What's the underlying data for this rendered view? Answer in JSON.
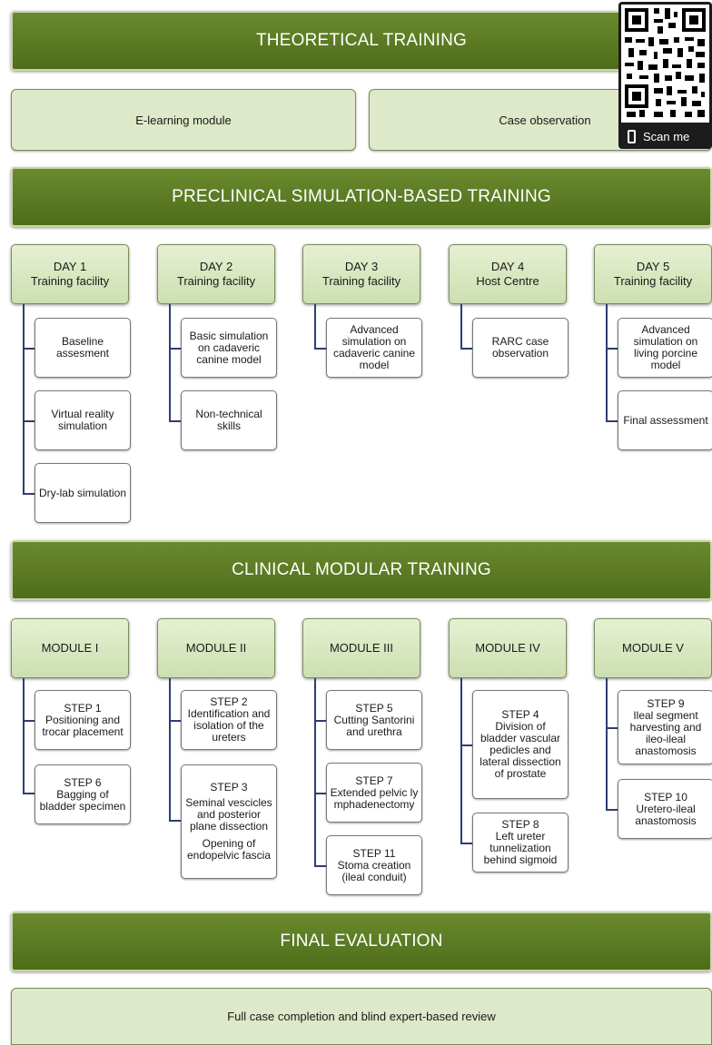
{
  "theoretical": {
    "title": "THEORETICAL TRAINING",
    "items": [
      "E-learning module",
      "Case observation"
    ]
  },
  "qr": {
    "caption": "Scan me"
  },
  "preclinical": {
    "title": "PRECLINICAL SIMULATION-BASED TRAINING",
    "days": [
      {
        "day": "DAY 1",
        "place": "Training facility",
        "items": [
          "Baseline assesment",
          "Virtual reality simulation",
          "Dry-lab simulation"
        ]
      },
      {
        "day": "DAY 2",
        "place": "Training facility",
        "items": [
          "Basic simulation on cadaveric canine model",
          "Non-technical skills"
        ]
      },
      {
        "day": "DAY 3",
        "place": "Training facility",
        "items": [
          "Advanced simulation on cadaveric canine model"
        ]
      },
      {
        "day": "DAY 4",
        "place": "Host Centre",
        "items": [
          "RARC case observation"
        ]
      },
      {
        "day": "DAY 5",
        "place": "Training facility",
        "items": [
          "Advanced simulation on living porcine model",
          "Final assessment"
        ]
      }
    ]
  },
  "clinical": {
    "title": "CLINICAL MODULAR TRAINING",
    "modules": [
      {
        "name": "MODULE I",
        "steps": [
          {
            "step": "STEP 1",
            "text": "Positioning and trocar placement"
          },
          {
            "step": "STEP 6",
            "text": "Bagging of bladder specimen"
          }
        ]
      },
      {
        "name": "MODULE II",
        "steps": [
          {
            "step": "STEP 2",
            "text": "Identification and isolation of the ureters"
          },
          {
            "step": "STEP 3",
            "text": "Seminal vescicles and posterior plane dissection",
            "extra": "Opening of endopelvic fascia"
          }
        ]
      },
      {
        "name": "MODULE III",
        "steps": [
          {
            "step": "STEP 5",
            "text": "Cutting Santorini and urethra"
          },
          {
            "step": "STEP 7",
            "text": "Extended pelvic lymphadenectomy"
          },
          {
            "step": "STEP 11",
            "text": "Stoma creation (ileal conduit)"
          }
        ]
      },
      {
        "name": "MODULE IV",
        "steps": [
          {
            "step": "STEP 4",
            "text": "Division of bladder vascular pedicles and lateral dissection of prostate"
          },
          {
            "step": "STEP 8",
            "text": "Left ureter tunnelization behind sigmoid"
          }
        ]
      },
      {
        "name": "MODULE V",
        "steps": [
          {
            "step": "STEP 9",
            "text": "Ileal segment harvesting and ileo-ileal anastomosis"
          },
          {
            "step": "STEP 10",
            "text": "Uretero-ileal anastomosis"
          }
        ]
      }
    ]
  },
  "final": {
    "title": "FINAL EVALUATION",
    "item": "Full case completion and blind expert-based review"
  }
}
